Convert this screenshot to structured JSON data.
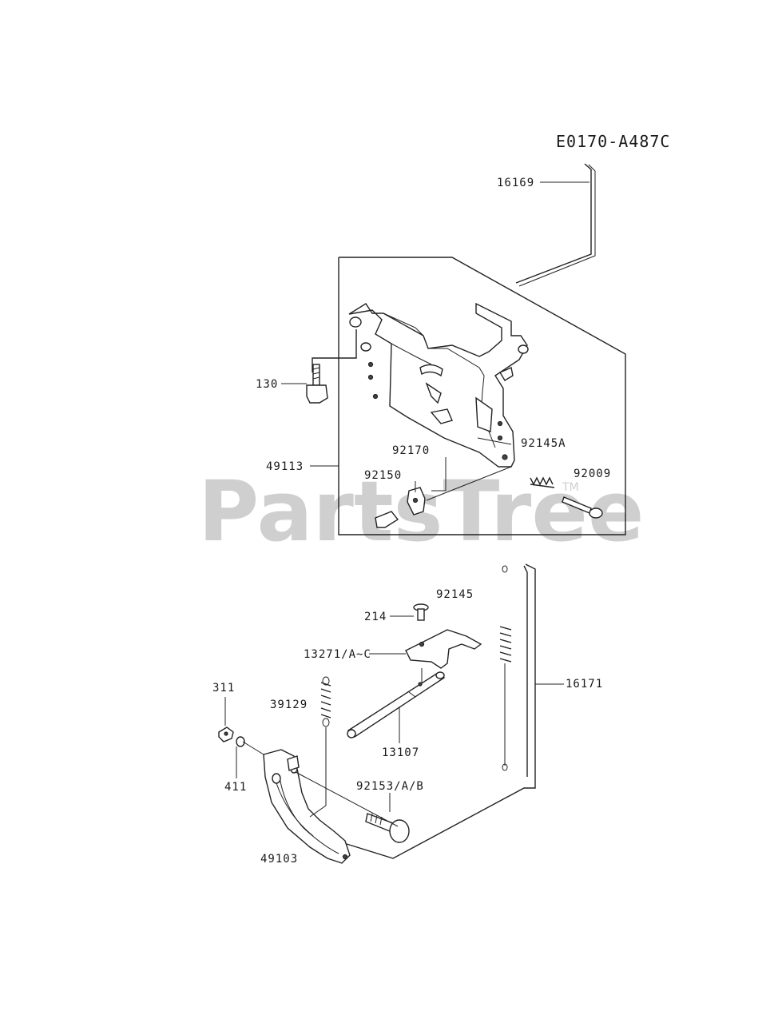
{
  "diagram_code": "E0170-A487C",
  "watermark": "PartsTree",
  "trademark": "TM",
  "parts": {
    "p16169": "16169",
    "p130": "130",
    "p49113": "49113",
    "p92170": "92170",
    "p92145A": "92145A",
    "p92150": "92150",
    "p92009": "92009",
    "p92145": "92145",
    "p214": "214",
    "p13271": "13271/A~C",
    "p16171": "16171",
    "p311": "311",
    "p39129": "39129",
    "p13107": "13107",
    "p411": "411",
    "p92153": "92153/A/B",
    "p49103": "49103"
  }
}
